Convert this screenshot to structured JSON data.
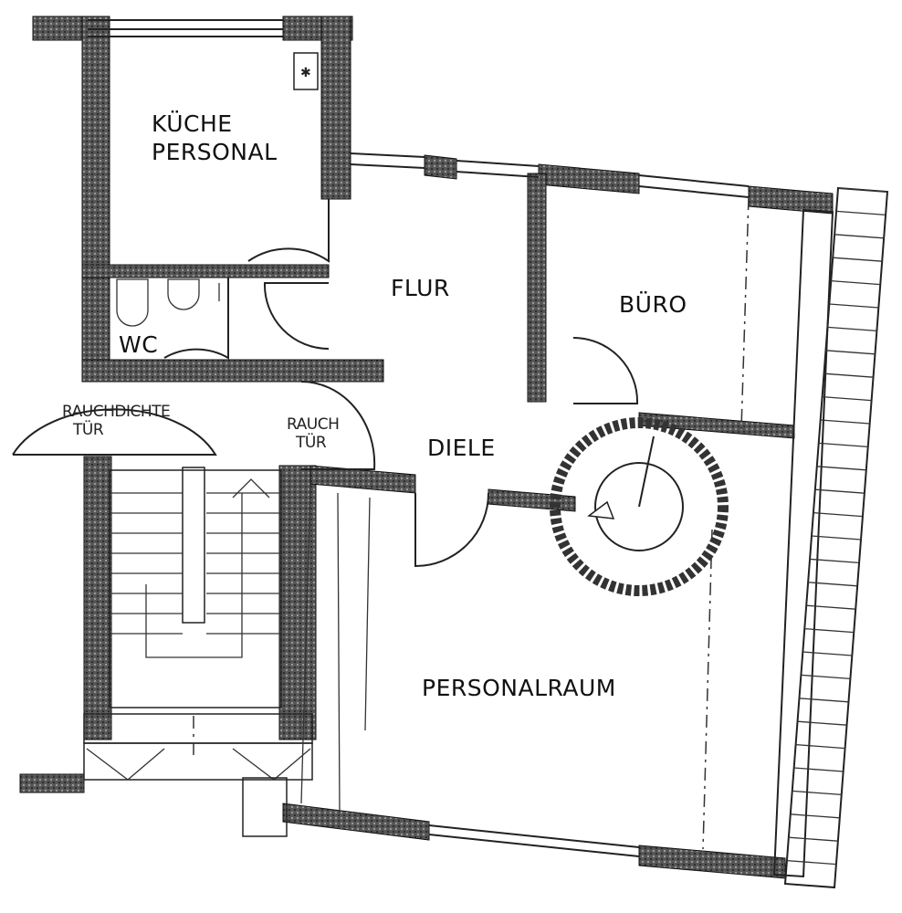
{
  "rooms": {
    "kueche_line1": "KÜCHE",
    "kueche_line2": "PERSONAL",
    "flur": "FLUR",
    "buero": "BÜRO",
    "wc": "WC",
    "diele": "DIELE",
    "personalraum": "PERSONALRAUM"
  },
  "doors": {
    "rauchdichte_line1": "RAUCHDICHTE",
    "rauchdichte_line2": "TÜR",
    "rauch_line1": "RAUCH",
    "rauch_line2": "TÜR"
  },
  "colors": {
    "wall": "#3a3a3a",
    "ink": "#222222",
    "background": "#ffffff"
  }
}
